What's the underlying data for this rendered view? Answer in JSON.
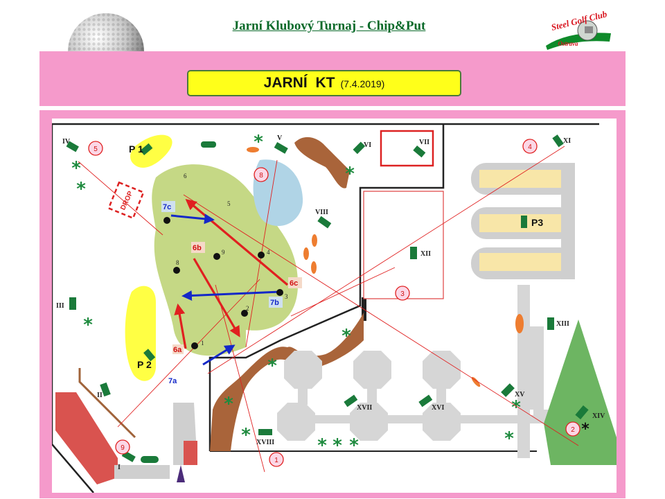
{
  "header": {
    "title": "Jarní Klubový Turnaj - Chip&Put"
  },
  "banner": {
    "main": "JARNÍ  KT",
    "date": "(7.4.2019)"
  },
  "logo": {
    "line1": "Steel Golf Club",
    "line2": "Ostrava"
  },
  "map": {
    "parking": [
      "P 1",
      "P 2",
      "P3"
    ],
    "drop_label": "DROP",
    "roman_holes": [
      "I",
      "II",
      "III",
      "IV",
      "V",
      "VI",
      "VII",
      "VIII",
      "XI",
      "XII",
      "XIII",
      "XIV",
      "XV",
      "XVI",
      "XVII",
      "XVIII"
    ],
    "green_numbers": [
      "1",
      "2",
      "3",
      "4",
      "5",
      "6",
      "8",
      "9"
    ],
    "start_markers": [
      "1",
      "2",
      "3",
      "4",
      "5",
      "8",
      "9"
    ],
    "shot_labels": [
      "6a",
      "6b",
      "6c",
      "7a",
      "7b",
      "7c"
    ],
    "colors": {
      "green": "#c5d885",
      "bunker": "#ffff44",
      "water": "#b0d4e6",
      "path": "#a9643a",
      "building": "#d4d4d4",
      "marker_red": "#ff1a1a",
      "arrow_blue": "#1428c8",
      "line_red": "#e02020"
    }
  }
}
